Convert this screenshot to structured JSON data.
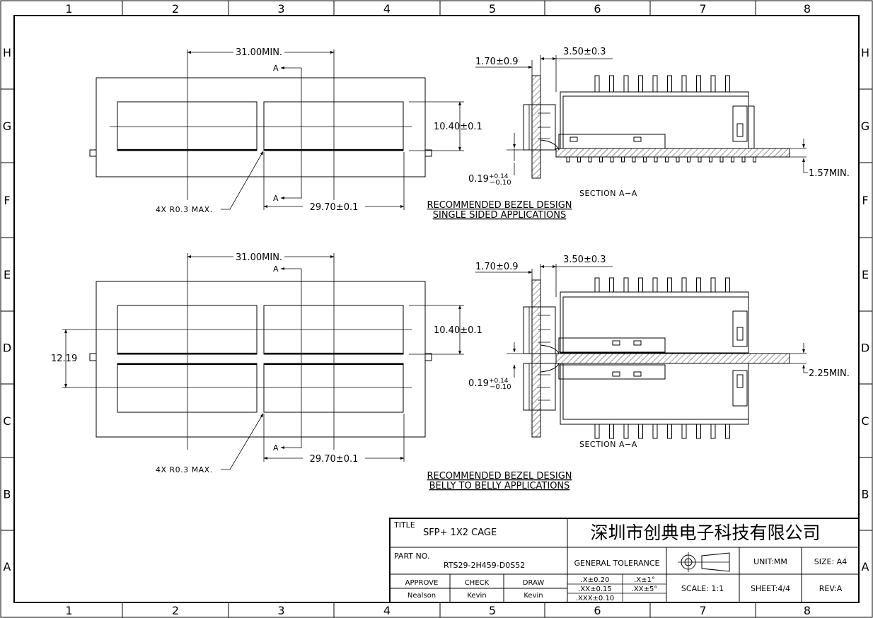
{
  "border": {
    "col_labels": [
      "1",
      "2",
      "3",
      "4",
      "5",
      "6",
      "7",
      "8"
    ],
    "row_labels": [
      "H",
      "G",
      "F",
      "E",
      "D",
      "C",
      "B",
      "A"
    ]
  },
  "views": {
    "top": {
      "dim_width": "31.00MIN.",
      "dim_height": "10.40±0.1",
      "dim_opening": "29.70±0.1",
      "radius_note": "4X R0.3 MAX.",
      "section_mark": "A"
    },
    "bottom": {
      "dim_width": "31.00MIN.",
      "dim_height": "10.40±0.1",
      "dim_pitch": "12.19",
      "dim_opening": "29.70±0.1",
      "radius_note": "4X R0.3 MAX.",
      "section_mark": "A"
    },
    "section_top": {
      "dim_bezel": "1.70±0.9",
      "dim_offset": "3.50±0.3",
      "dim_gap_base": "0.19",
      "dim_gap_plus": "+0.14",
      "dim_gap_minus": "−0.10",
      "dim_min": "1.57MIN.",
      "section_label": "SECTION A−A",
      "caption_line1": "RECOMMENDED BEZEL DESIGN",
      "caption_line2": "SINGLE SIDED APPLICATIONS"
    },
    "section_bottom": {
      "dim_bezel": "1.70±0.9",
      "dim_offset": "3.50±0.3",
      "dim_gap_base": "0.19",
      "dim_gap_plus": "+0.14",
      "dim_gap_minus": "−0.10",
      "dim_min": "2.25MIN.",
      "section_label": "SECTION A−A",
      "caption_line1": "RECOMMENDED BEZEL DESIGN",
      "caption_line2": "BELLY TO BELLY APPLICATIONS"
    }
  },
  "title_block": {
    "title_label": "TITLE",
    "title_value": "SFP+ 1X2 CAGE",
    "company": "深圳市创典电子科技有限公司",
    "part_label": "PART NO.",
    "part_value": "RTS29-2H459-D0S52",
    "general_tolerance": "GENERAL TOLERANCE",
    "unit": "UNIT:MM",
    "size": "SIZE: A4",
    "tol_x": ".X±0.20",
    "tol_xx": ".XX±0.15",
    "tol_xxx": ".XXX±0.10",
    "tol_ang1": ".X±1°",
    "tol_ang2": ".XX±5°",
    "scale": "SCALE: 1:1",
    "sheet": "SHEET:4/4",
    "rev": "REV:A",
    "approve_label": "APPROVE",
    "check_label": "CHECK",
    "draw_label": "DRAW",
    "approve_name": "Nealson",
    "check_name": "Kevin",
    "draw_name": "Kevin"
  }
}
